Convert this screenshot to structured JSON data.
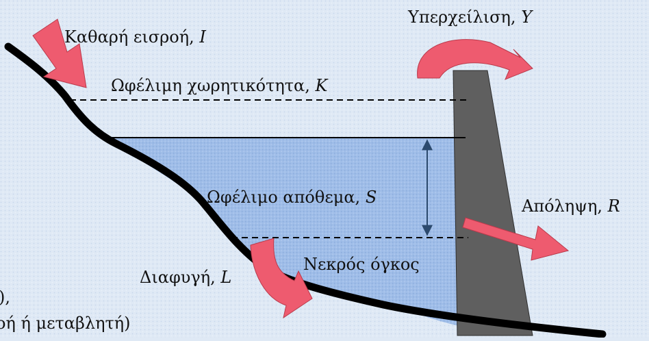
{
  "labels": {
    "inflow": {
      "text": "Καθαρή εισροή, ",
      "symbol": "I"
    },
    "spill": {
      "text": "Υπερχείλιση, ",
      "symbol": "Y"
    },
    "capacity": {
      "text": "Ωφέλιμη χωρητικότητα, ",
      "symbol": "K"
    },
    "storage": {
      "text": "Ωφέλιμο απόθεμα, ",
      "symbol": "S"
    },
    "release": {
      "text": "Απόληψη, ",
      "symbol": "R"
    },
    "dead_volume": {
      "text": "Νεκρός όγκος"
    },
    "leakage": {
      "text": "Διαφυγή, ",
      "symbol": "L"
    }
  },
  "cropped_text": {
    "line1": "),",
    "line2": "οή ή μεταβλητή)"
  },
  "colors": {
    "background": "#dfe9f5",
    "water": "#9fbde8",
    "dam": "#5f5f5f",
    "arrow": "#ee5b6f",
    "ground": "#000000"
  }
}
